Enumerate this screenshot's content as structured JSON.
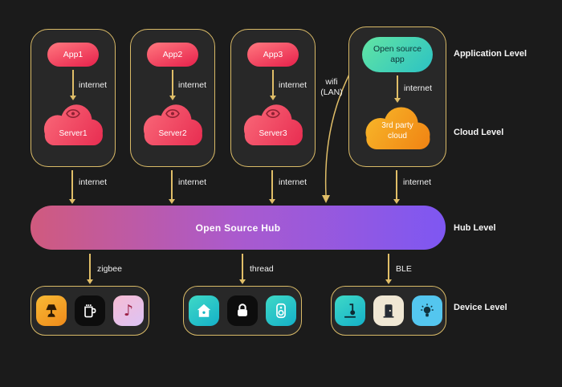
{
  "levels": {
    "application": "Application Level",
    "cloud": "Cloud Level",
    "hub": "Hub Level",
    "device": "Device Level"
  },
  "columns": [
    {
      "app": "App1",
      "internet_top": "internet",
      "server": "Server1",
      "internet_bottom": "internet"
    },
    {
      "app": "App2",
      "internet_top": "internet",
      "server": "Server2",
      "internet_bottom": "internet"
    },
    {
      "app": "App3",
      "internet_top": "internet",
      "server": "Server3",
      "internet_bottom": "internet"
    },
    {
      "app": "Open source app",
      "internet_top": "internet",
      "server": "3rd party cloud",
      "internet_bottom": "internet"
    }
  ],
  "wifi": {
    "line1": "wifi",
    "line2": "(LAN)"
  },
  "hub": {
    "label": "Open Source Hub"
  },
  "device_groups": [
    {
      "protocol": "zigbee",
      "icons": [
        "lamp-icon",
        "coffee-machine-icon",
        "music-note-icon"
      ]
    },
    {
      "protocol": "thread",
      "icons": [
        "smart-home-icon",
        "lock-icon",
        "smart-speaker-icon"
      ]
    },
    {
      "protocol": "BLE",
      "icons": [
        "vacuum-icon",
        "door-sensor-icon",
        "smart-light-icon"
      ]
    }
  ],
  "glyphs": {
    "music_note": "♪"
  },
  "colors": {
    "background": "#1b1b1b",
    "card_background": "#282828",
    "outline_gold": "#d9ba67",
    "arrow": "#e0be68",
    "app_gradient": [
      "#fd707a",
      "#e92950"
    ],
    "open_source_gradient": [
      "#62e5a3",
      "#2cc2c4"
    ],
    "cloud_red_gradient": [
      "#fb6f7d",
      "#e72a4f"
    ],
    "cloud_orange_gradient": [
      "#f8bd2c",
      "#f08012"
    ],
    "hub_gradient": [
      "#d05a7e",
      "#aa5ace",
      "#7e57f2"
    ],
    "text": "#f1f1f1"
  }
}
